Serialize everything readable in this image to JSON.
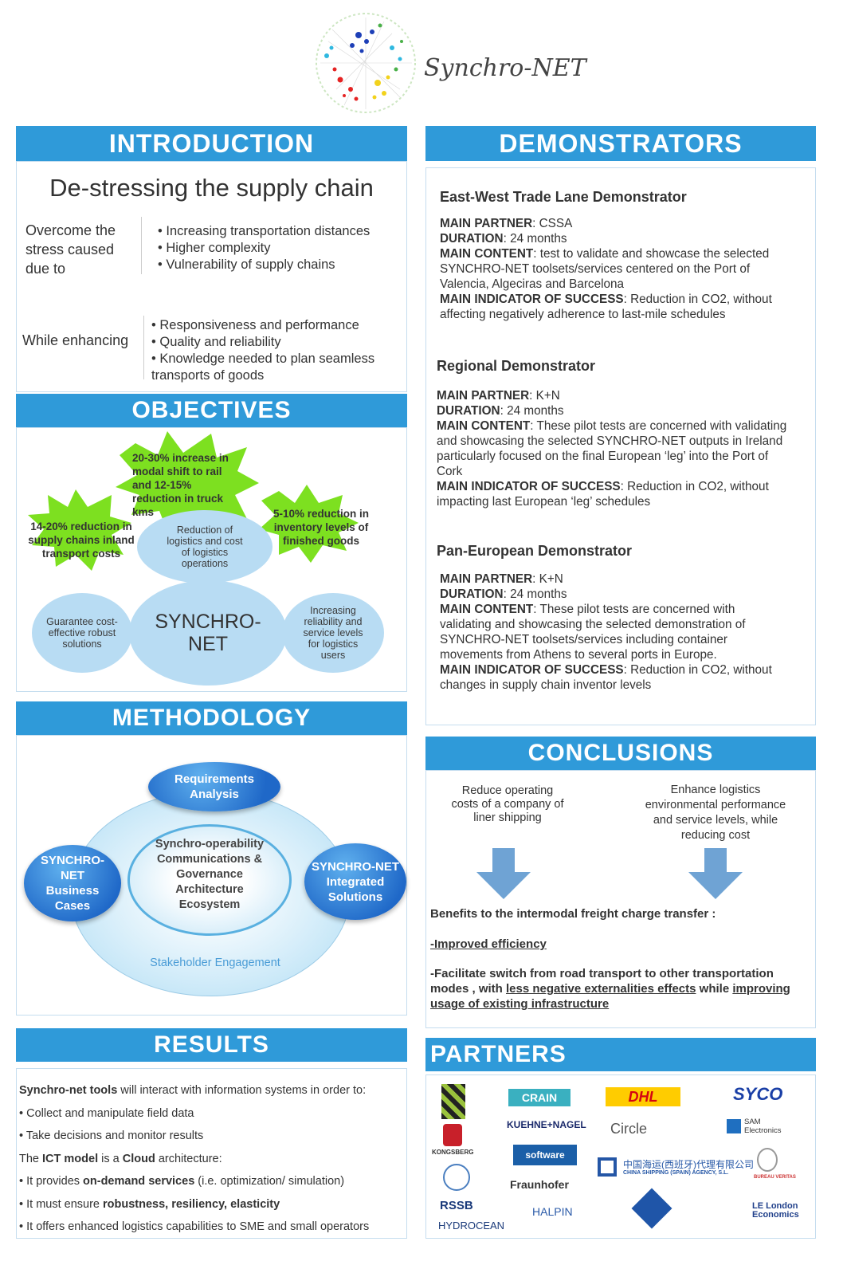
{
  "logo": {
    "text": "Synchro-NET"
  },
  "introduction": {
    "header": "INTRODUCTION",
    "title": "De-stressing the supply chain",
    "overcome_label": "Overcome the stress caused due to",
    "overcome_items": [
      "Increasing transportation distances",
      "Higher complexity",
      "Vulnerability of supply chains"
    ],
    "enhance_label": "While enhancing",
    "enhance_items": [
      "Responsiveness and performance",
      "Quality and reliability",
      "Knowledge needed to plan seamless transports of goods"
    ]
  },
  "objectives": {
    "header": "OBJECTIVES",
    "star1": "20-30% increase in modal shift to rail and 12-15% reduction in truck kms",
    "star2": "14-20% reduction in supply chains inland transport costs",
    "star3": "5-10% reduction in inventory levels of finished goods",
    "blob_reduction": "Reduction of logistics and cost of logistics operations",
    "blob_guarantee": "Guarantee cost-effective robust solutions",
    "blob_center": "SYNCHRO-NET",
    "blob_reliability": "Increasing reliability and service levels for logistics users"
  },
  "methodology": {
    "header": "METHODOLOGY",
    "requirements": "Requirements Analysis",
    "business": "SYNCHRO-NET Business Cases",
    "integrated": "SYNCHRO-NET Integrated Solutions",
    "core": "Synchro-operability Communications & Governance Architecture Ecosystem",
    "stakeholder": "Stakeholder Engagement"
  },
  "results": {
    "header": "RESULTS",
    "intro_bold": "Synchro-net tools",
    "intro_rest": " will interact with information systems in order to:",
    "item1": "Collect and manipulate field data",
    "item2": "Take decisions and monitor results",
    "ict_1": "The ",
    "ict_2": "ICT model",
    "ict_3": " is a ",
    "ict_4": "Cloud",
    "ict_5": " architecture:",
    "prov_1": "It provides ",
    "prov_2": "on-demand services",
    "prov_3": " (i.e. optimization/ simulation)",
    "ens_1": "It must ensure ",
    "ens_2": "robustness, resiliency, elasticity",
    "item_last": "It offers enhanced logistics capabilities to SME and small operators"
  },
  "demonstrators": {
    "header": "DEMONSTRATORS",
    "labels": {
      "partner": "MAIN PARTNER",
      "duration": "DURATION",
      "content": "MAIN CONTENT",
      "indicator": "MAIN INDICATOR OF SUCCESS"
    },
    "east": {
      "title": "East-West Trade Lane Demonstrator",
      "partner": ": CSSA",
      "duration": ": 24 months",
      "content": ": test to validate and showcase the selected SYNCHRO-NET toolsets/services centered on the Port of Valencia, Algeciras and Barcelona",
      "indicator": ": Reduction in CO2, without affecting negatively adherence to last-mile schedules"
    },
    "regional": {
      "title": "Regional Demonstrator",
      "partner": ": K+N",
      "duration": ": 24 months",
      "content": ": These pilot tests are concerned with validating and showcasing the selected SYNCHRO-NET outputs in Ireland particularly focused on the final European ‘leg’ into the Port of Cork",
      "indicator": ": Reduction in CO2, without impacting last European ‘leg’ schedules"
    },
    "pan": {
      "title": "Pan-European Demonstrator",
      "partner": ": K+N",
      "duration": ": 24 months",
      "content": ": These pilot tests are concerned with validating and showcasing the selected demonstration of SYNCHRO-NET toolsets/services including container movements from Athens to several ports in Europe.",
      "indicator": ": Reduction in CO2, without changes in supply chain inventor levels"
    }
  },
  "conclusions": {
    "header": "CONCLUSIONS",
    "left": "Reduce operating costs of a company of liner shipping",
    "right": "Enhance logistics environmental performance and service levels, while reducing cost",
    "benefits": "Benefits to the intermodal freight charge transfer :",
    "b1": "-Improved efficiency",
    "b2_a": "-Facilitate switch from road transport to other transportation modes , with ",
    "b2_b": "less negative externalities effects",
    "b2_c": " while ",
    "b2_d": "improving usage of existing infrastructure"
  },
  "partners": {
    "header": "PARTNERS",
    "logos": [
      "KONGSBERG",
      "CRAIN",
      "DHL",
      "SYCO",
      "KUEHNE+NAGEL",
      "Circle",
      "SAM Electronics",
      "software",
      "中国海运(西班牙)代理有限公司",
      "CHINA SHIPPING (SPAIN) AGENCY, S.L.",
      "Fraunhofer",
      "RSSB",
      "HALPIN",
      "HYDROCEAN",
      "LE London Economics",
      "BUREAU VERITAS"
    ]
  }
}
